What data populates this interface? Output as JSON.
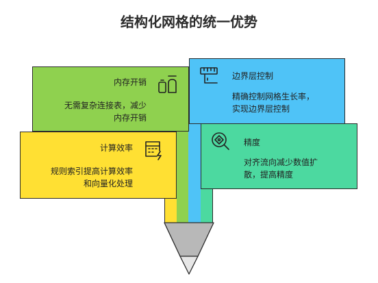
{
  "title": "结构化网格的统一优势",
  "cards": {
    "memory": {
      "title": "内存开销",
      "desc_line1": "无需复杂连接表，减少",
      "desc_line2": "内存开销",
      "icon": "memory-icon",
      "color": "#8fd14f"
    },
    "boundary": {
      "title": "边界层控制",
      "desc_line1": "精确控制网格生长率，",
      "desc_line2": "实现边界层控制",
      "icon": "ruler-icon",
      "color": "#4fc3f7"
    },
    "compute": {
      "title": "计算效率",
      "desc_line1": "规则索引提高计算效率",
      "desc_line2": "和向量化处理",
      "icon": "calculator-icon",
      "color": "#ffe033"
    },
    "precision": {
      "title": "精度",
      "desc_line1": "对齐流向减少数值扩",
      "desc_line2": "散，提高精度",
      "icon": "target-search-icon",
      "color": "#4cd9a0"
    }
  }
}
